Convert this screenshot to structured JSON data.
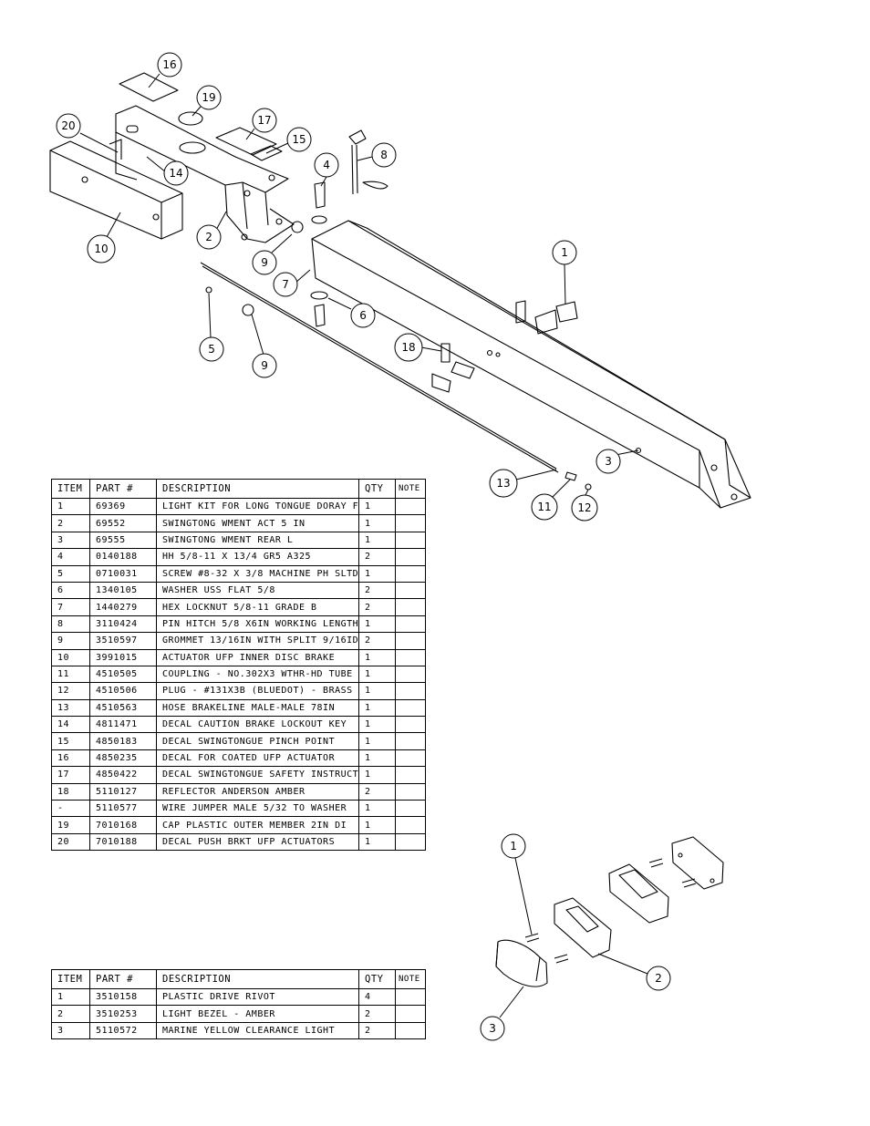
{
  "main_diagram": {
    "callouts": [
      "16",
      "19",
      "20",
      "17",
      "15",
      "4",
      "8",
      "14",
      "2",
      "10",
      "9",
      "7",
      "6",
      "1",
      "5",
      "9",
      "18",
      "3",
      "13",
      "11",
      "12"
    ]
  },
  "parts_table": {
    "headers": [
      "ITEM",
      "PART #",
      "DESCRIPTION",
      "QTY",
      "NOTE"
    ],
    "rows": [
      [
        "1",
        "69369",
        "LIGHT KIT FOR LONG TONGUE DORAY FG",
        "1",
        ""
      ],
      [
        "2",
        "69552",
        "SWINGTONG WMENT ACT 5 IN",
        "1",
        ""
      ],
      [
        "3",
        "69555",
        "SWINGTONG WMENT REAR L",
        "1",
        ""
      ],
      [
        "4",
        "0140188",
        "HH 5/8-11 X 13/4  GR5 A325",
        "2",
        ""
      ],
      [
        "5",
        "0710031",
        "SCREW #8-32 X 3/8 MACHINE PH SLTD",
        "1",
        ""
      ],
      [
        "6",
        "1340105",
        "WASHER USS FLAT 5/8",
        "2",
        ""
      ],
      [
        "7",
        "1440279",
        "HEX LOCKNUT 5/8-11 GRADE B",
        "2",
        ""
      ],
      [
        "8",
        "3110424",
        "PIN HITCH 5/8 X6IN WORKING LENGTH",
        "1",
        ""
      ],
      [
        "9",
        "3510597",
        "GROMMET 13/16IN  WITH SPLIT 9/16ID",
        "2",
        ""
      ],
      [
        "10",
        "3991015",
        "ACTUATOR UFP INNER  DISC BRAKE",
        "1",
        ""
      ],
      [
        "11",
        "4510505",
        "COUPLING - NO.302X3 WTHR-HD TUBE",
        "1",
        ""
      ],
      [
        "12",
        "4510506",
        "PLUG - #131X3B (BLUEDOT) - BRASS",
        "1",
        ""
      ],
      [
        "13",
        "4510563",
        "HOSE BRAKELINE MALE-MALE 78IN",
        "1",
        ""
      ],
      [
        "14",
        "4811471",
        "DECAL CAUTION BRAKE LOCKOUT KEY",
        "1",
        ""
      ],
      [
        "15",
        "4850183",
        "DECAL SWINGTONGUE PINCH POINT",
        "1",
        ""
      ],
      [
        "16",
        "4850235",
        "DECAL FOR COATED UFP ACTUATOR",
        "1",
        ""
      ],
      [
        "17",
        "4850422",
        "DECAL SWINGTONGUE SAFETY INSTRUCT",
        "1",
        ""
      ],
      [
        "18",
        "5110127",
        "REFLECTOR ANDERSON AMBER",
        "2",
        ""
      ],
      [
        "-",
        "5110577",
        "WIRE JUMPER MALE 5/32 TO WASHER",
        "1",
        ""
      ],
      [
        "19",
        "7010168",
        "CAP  PLASTIC OUTER MEMBER 2IN DI",
        "1",
        ""
      ],
      [
        "20",
        "7010188",
        "DECAL PUSH BRKT UFP ACTUATORS",
        "1",
        ""
      ]
    ]
  },
  "light_kit_diagram": {
    "callouts": [
      "1",
      "2",
      "3"
    ]
  },
  "light_kit_table": {
    "headers": [
      "ITEM",
      "PART #",
      "DESCRIPTION",
      "QTY",
      "NOTE"
    ],
    "rows": [
      [
        "1",
        "3510158",
        "PLASTIC DRIVE RIVOT",
        "4",
        ""
      ],
      [
        "2",
        "3510253",
        "LIGHT BEZEL - AMBER",
        "2",
        ""
      ],
      [
        "3",
        "5110572",
        "MARINE YELLOW CLEARANCE LIGHT",
        "2",
        ""
      ]
    ]
  }
}
